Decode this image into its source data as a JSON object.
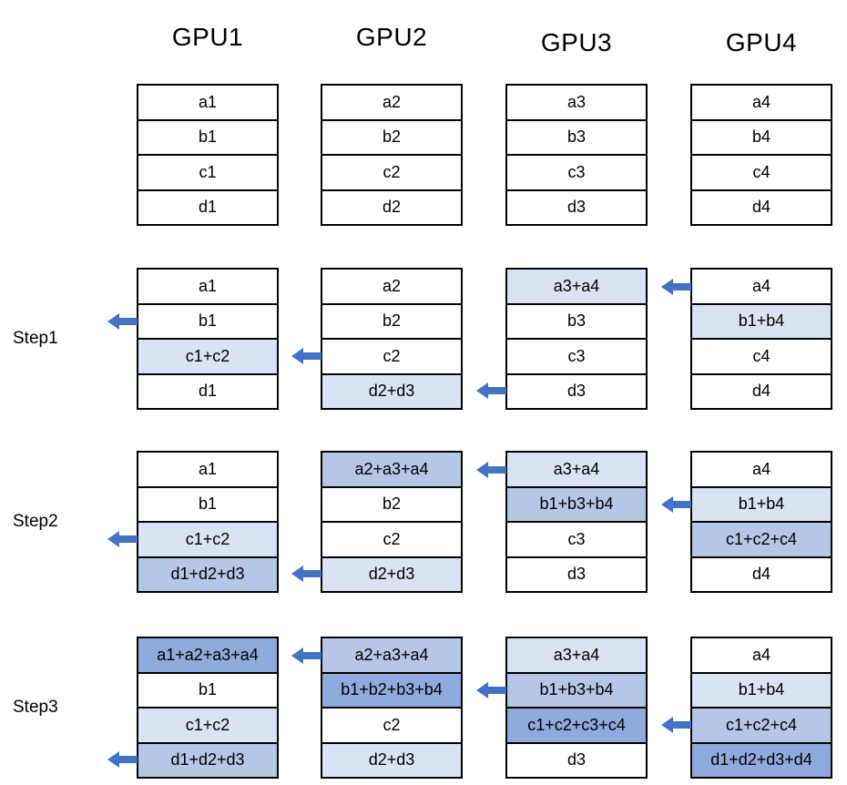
{
  "diagram": {
    "gpu_headers": [
      "GPU1",
      "GPU2",
      "GPU3",
      "GPU4"
    ],
    "colors": {
      "cell_white": "#ffffff",
      "cell_light": "#dae3f3",
      "cell_medium": "#b4c7e7",
      "cell_dark": "#8faadc",
      "arrow": "#4472c4",
      "border": "#000000",
      "text": "#000000"
    },
    "rows": [
      {
        "step_label": "",
        "gpus": [
          {
            "name": "GPU1",
            "cells": [
              {
                "text": "a1",
                "shade": "white"
              },
              {
                "text": "b1",
                "shade": "white"
              },
              {
                "text": "c1",
                "shade": "white"
              },
              {
                "text": "d1",
                "shade": "white"
              }
            ]
          },
          {
            "name": "GPU2",
            "cells": [
              {
                "text": "a2",
                "shade": "white"
              },
              {
                "text": "b2",
                "shade": "white"
              },
              {
                "text": "c2",
                "shade": "white"
              },
              {
                "text": "d2",
                "shade": "white"
              }
            ]
          },
          {
            "name": "GPU3",
            "cells": [
              {
                "text": "a3",
                "shade": "white"
              },
              {
                "text": "b3",
                "shade": "white"
              },
              {
                "text": "c3",
                "shade": "white"
              },
              {
                "text": "d3",
                "shade": "white"
              }
            ]
          },
          {
            "name": "GPU4",
            "cells": [
              {
                "text": "a4",
                "shade": "white"
              },
              {
                "text": "b4",
                "shade": "white"
              },
              {
                "text": "c4",
                "shade": "white"
              },
              {
                "text": "d4",
                "shade": "white"
              }
            ]
          }
        ],
        "arrows": []
      },
      {
        "step_label": "Step1",
        "gpus": [
          {
            "name": "GPU1",
            "cells": [
              {
                "text": "a1",
                "shade": "white"
              },
              {
                "text": "b1",
                "shade": "white"
              },
              {
                "text": "c1+c2",
                "shade": "light"
              },
              {
                "text": "d1",
                "shade": "white"
              }
            ]
          },
          {
            "name": "GPU2",
            "cells": [
              {
                "text": "a2",
                "shade": "white"
              },
              {
                "text": "b2",
                "shade": "white"
              },
              {
                "text": "c2",
                "shade": "white"
              },
              {
                "text": "d2+d3",
                "shade": "light"
              }
            ]
          },
          {
            "name": "GPU3",
            "cells": [
              {
                "text": "a3+a4",
                "shade": "light"
              },
              {
                "text": "b3",
                "shade": "white"
              },
              {
                "text": "c3",
                "shade": "white"
              },
              {
                "text": "d3",
                "shade": "white"
              }
            ]
          },
          {
            "name": "GPU4",
            "cells": [
              {
                "text": "a4",
                "shade": "white"
              },
              {
                "text": "b1+b4",
                "shade": "light"
              },
              {
                "text": "c4",
                "shade": "white"
              },
              {
                "text": "d4",
                "shade": "white"
              }
            ]
          }
        ],
        "arrows": [
          {
            "position": "left-of-gpu1",
            "row": "b",
            "direction": "left"
          },
          {
            "position": "gpu2-to-gpu1",
            "row": "c",
            "direction": "left"
          },
          {
            "position": "gpu3-to-gpu2",
            "row": "d",
            "direction": "left"
          },
          {
            "position": "gpu4-to-gpu3",
            "row": "a",
            "direction": "left"
          }
        ]
      },
      {
        "step_label": "Step2",
        "gpus": [
          {
            "name": "GPU1",
            "cells": [
              {
                "text": "a1",
                "shade": "white"
              },
              {
                "text": "b1",
                "shade": "white"
              },
              {
                "text": "c1+c2",
                "shade": "light"
              },
              {
                "text": "d1+d2+d3",
                "shade": "medium"
              }
            ]
          },
          {
            "name": "GPU2",
            "cells": [
              {
                "text": "a2+a3+a4",
                "shade": "medium"
              },
              {
                "text": "b2",
                "shade": "white"
              },
              {
                "text": "c2",
                "shade": "white"
              },
              {
                "text": "d2+d3",
                "shade": "light"
              }
            ]
          },
          {
            "name": "GPU3",
            "cells": [
              {
                "text": "a3+a4",
                "shade": "light"
              },
              {
                "text": "b1+b3+b4",
                "shade": "medium"
              },
              {
                "text": "c3",
                "shade": "white"
              },
              {
                "text": "d3",
                "shade": "white"
              }
            ]
          },
          {
            "name": "GPU4",
            "cells": [
              {
                "text": "a4",
                "shade": "white"
              },
              {
                "text": "b1+b4",
                "shade": "light"
              },
              {
                "text": "c1+c2+c4",
                "shade": "medium"
              },
              {
                "text": "d4",
                "shade": "white"
              }
            ]
          }
        ],
        "arrows": [
          {
            "position": "left-of-gpu1",
            "row": "c",
            "direction": "left"
          },
          {
            "position": "gpu2-to-gpu1",
            "row": "d",
            "direction": "left"
          },
          {
            "position": "gpu3-to-gpu2",
            "row": "a",
            "direction": "left"
          },
          {
            "position": "gpu4-to-gpu3",
            "row": "b",
            "direction": "left"
          }
        ]
      },
      {
        "step_label": "Step3",
        "gpus": [
          {
            "name": "GPU1",
            "cells": [
              {
                "text": "a1+a2+a3+a4",
                "shade": "dark"
              },
              {
                "text": "b1",
                "shade": "white"
              },
              {
                "text": "c1+c2",
                "shade": "light"
              },
              {
                "text": "d1+d2+d3",
                "shade": "medium"
              }
            ]
          },
          {
            "name": "GPU2",
            "cells": [
              {
                "text": "a2+a3+a4",
                "shade": "medium"
              },
              {
                "text": "b1+b2+b3+b4",
                "shade": "dark"
              },
              {
                "text": "c2",
                "shade": "white"
              },
              {
                "text": "d2+d3",
                "shade": "light"
              }
            ]
          },
          {
            "name": "GPU3",
            "cells": [
              {
                "text": "a3+a4",
                "shade": "light"
              },
              {
                "text": "b1+b3+b4",
                "shade": "medium"
              },
              {
                "text": "c1+c2+c3+c4",
                "shade": "dark"
              },
              {
                "text": "d3",
                "shade": "white"
              }
            ]
          },
          {
            "name": "GPU4",
            "cells": [
              {
                "text": "a4",
                "shade": "white"
              },
              {
                "text": "b1+b4",
                "shade": "light"
              },
              {
                "text": "c1+c2+c4",
                "shade": "medium"
              },
              {
                "text": "d1+d2+d3+d4",
                "shade": "dark"
              }
            ]
          }
        ],
        "arrows": [
          {
            "position": "left-of-gpu1",
            "row": "d",
            "direction": "left"
          },
          {
            "position": "gpu2-to-gpu1",
            "row": "a",
            "direction": "left"
          },
          {
            "position": "gpu3-to-gpu2",
            "row": "b",
            "direction": "left"
          },
          {
            "position": "gpu4-to-gpu3",
            "row": "c",
            "direction": "left"
          }
        ]
      }
    ]
  }
}
